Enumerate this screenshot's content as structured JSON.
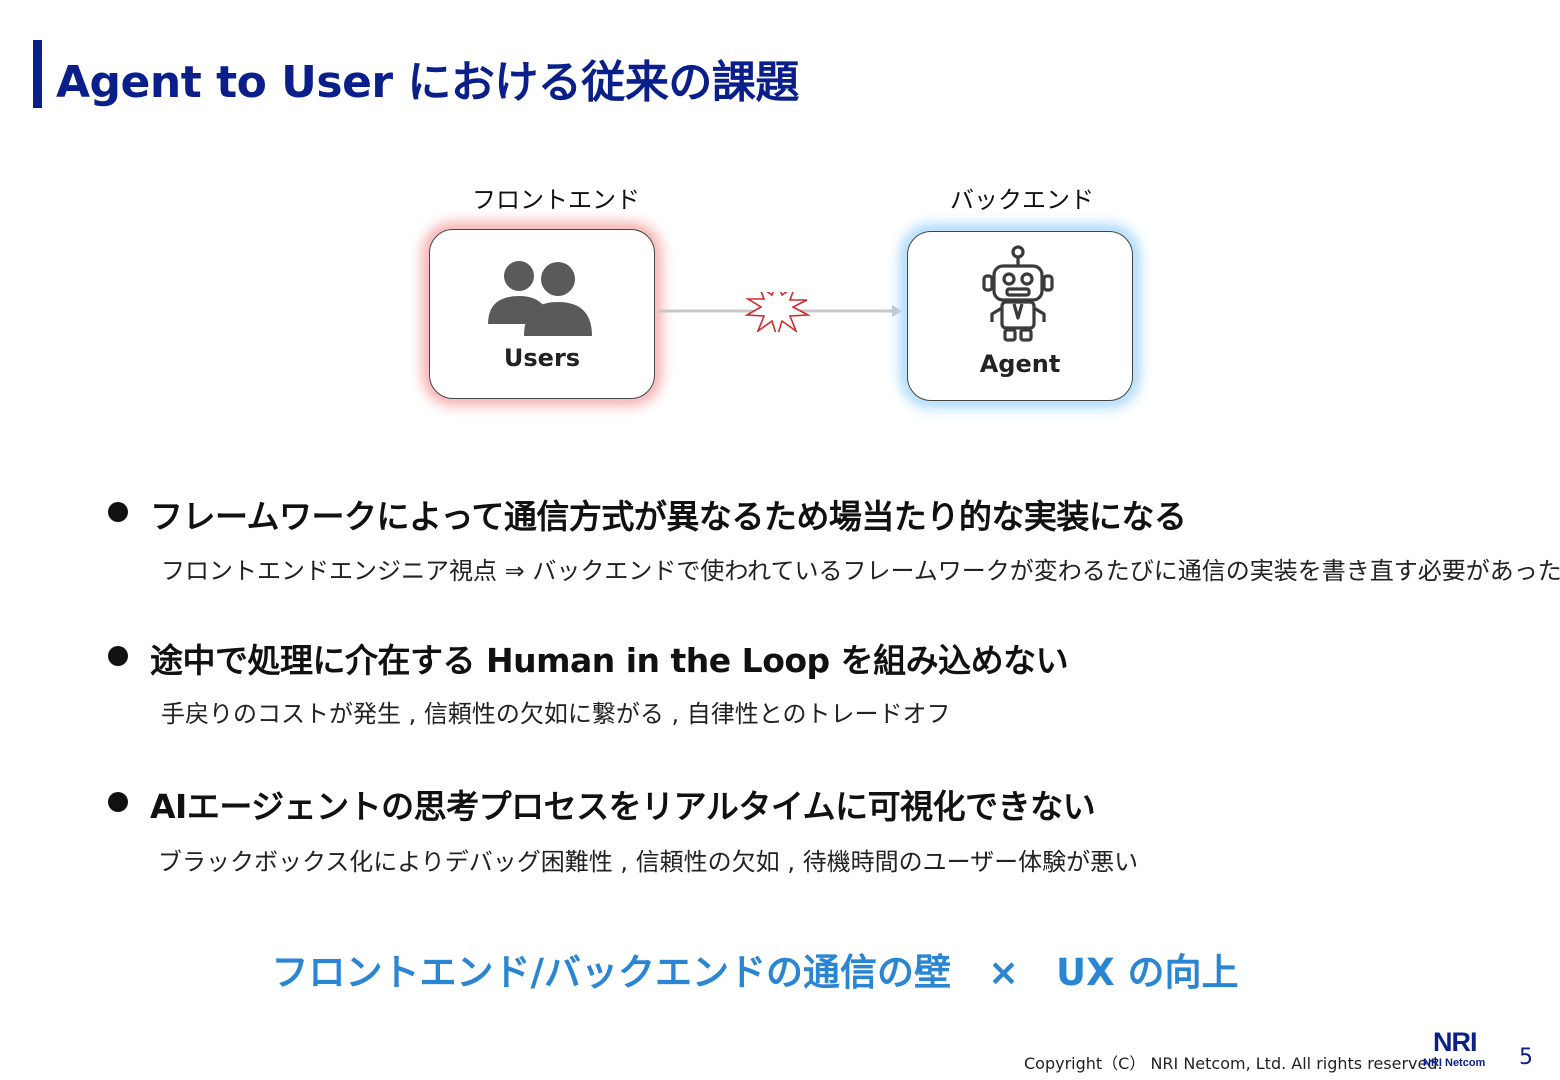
{
  "title": "Agent to User における従来の課題",
  "diagram": {
    "front_label": "フロントエンド",
    "back_label": "バックエンド",
    "users_label": "Users",
    "agent_label": "Agent",
    "icons": {
      "users": "users-icon",
      "agent": "robot-icon",
      "break": "explosion-icon"
    },
    "colors": {
      "front_glow": "#f6a7a7",
      "back_glow": "#9fd3f7",
      "arrow": "#c8c8c8",
      "burst": "#d22a2a"
    }
  },
  "bullets": [
    {
      "heading": "フレームワークによって通信方式が異なるため場当たり的な実装になる",
      "detail": "フロントエンドエンジニア視点 ⇒ バックエンドで使われているフレームワークが変わるたびに通信の実装を書き直す必要があった"
    },
    {
      "heading": "途中で処理に介在する Human in the Loop を組み込めない",
      "detail": "手戻りのコストが発生 , 信頼性の欠如に繋がる , 自律性とのトレードオフ"
    },
    {
      "heading": "AIエージェントの思考プロセスをリアルタイムに可視化できない",
      "detail": "ブラックボックス化によりデバッグ困難性 , 信頼性の欠如 , 待機時間のユーザー体験が悪い"
    }
  ],
  "conclusion": "フロントエンド/バックエンドの通信の壁　×　UX の向上",
  "footer": {
    "copyright": "Copyright（C） NRI Netcom, Ltd. All rights reserved.",
    "logo_mark": "NRI",
    "logo_text": "NRI Netcom",
    "page_number": "5"
  },
  "colors": {
    "title": "#0b1f8a",
    "accent": "#2a86d3"
  }
}
